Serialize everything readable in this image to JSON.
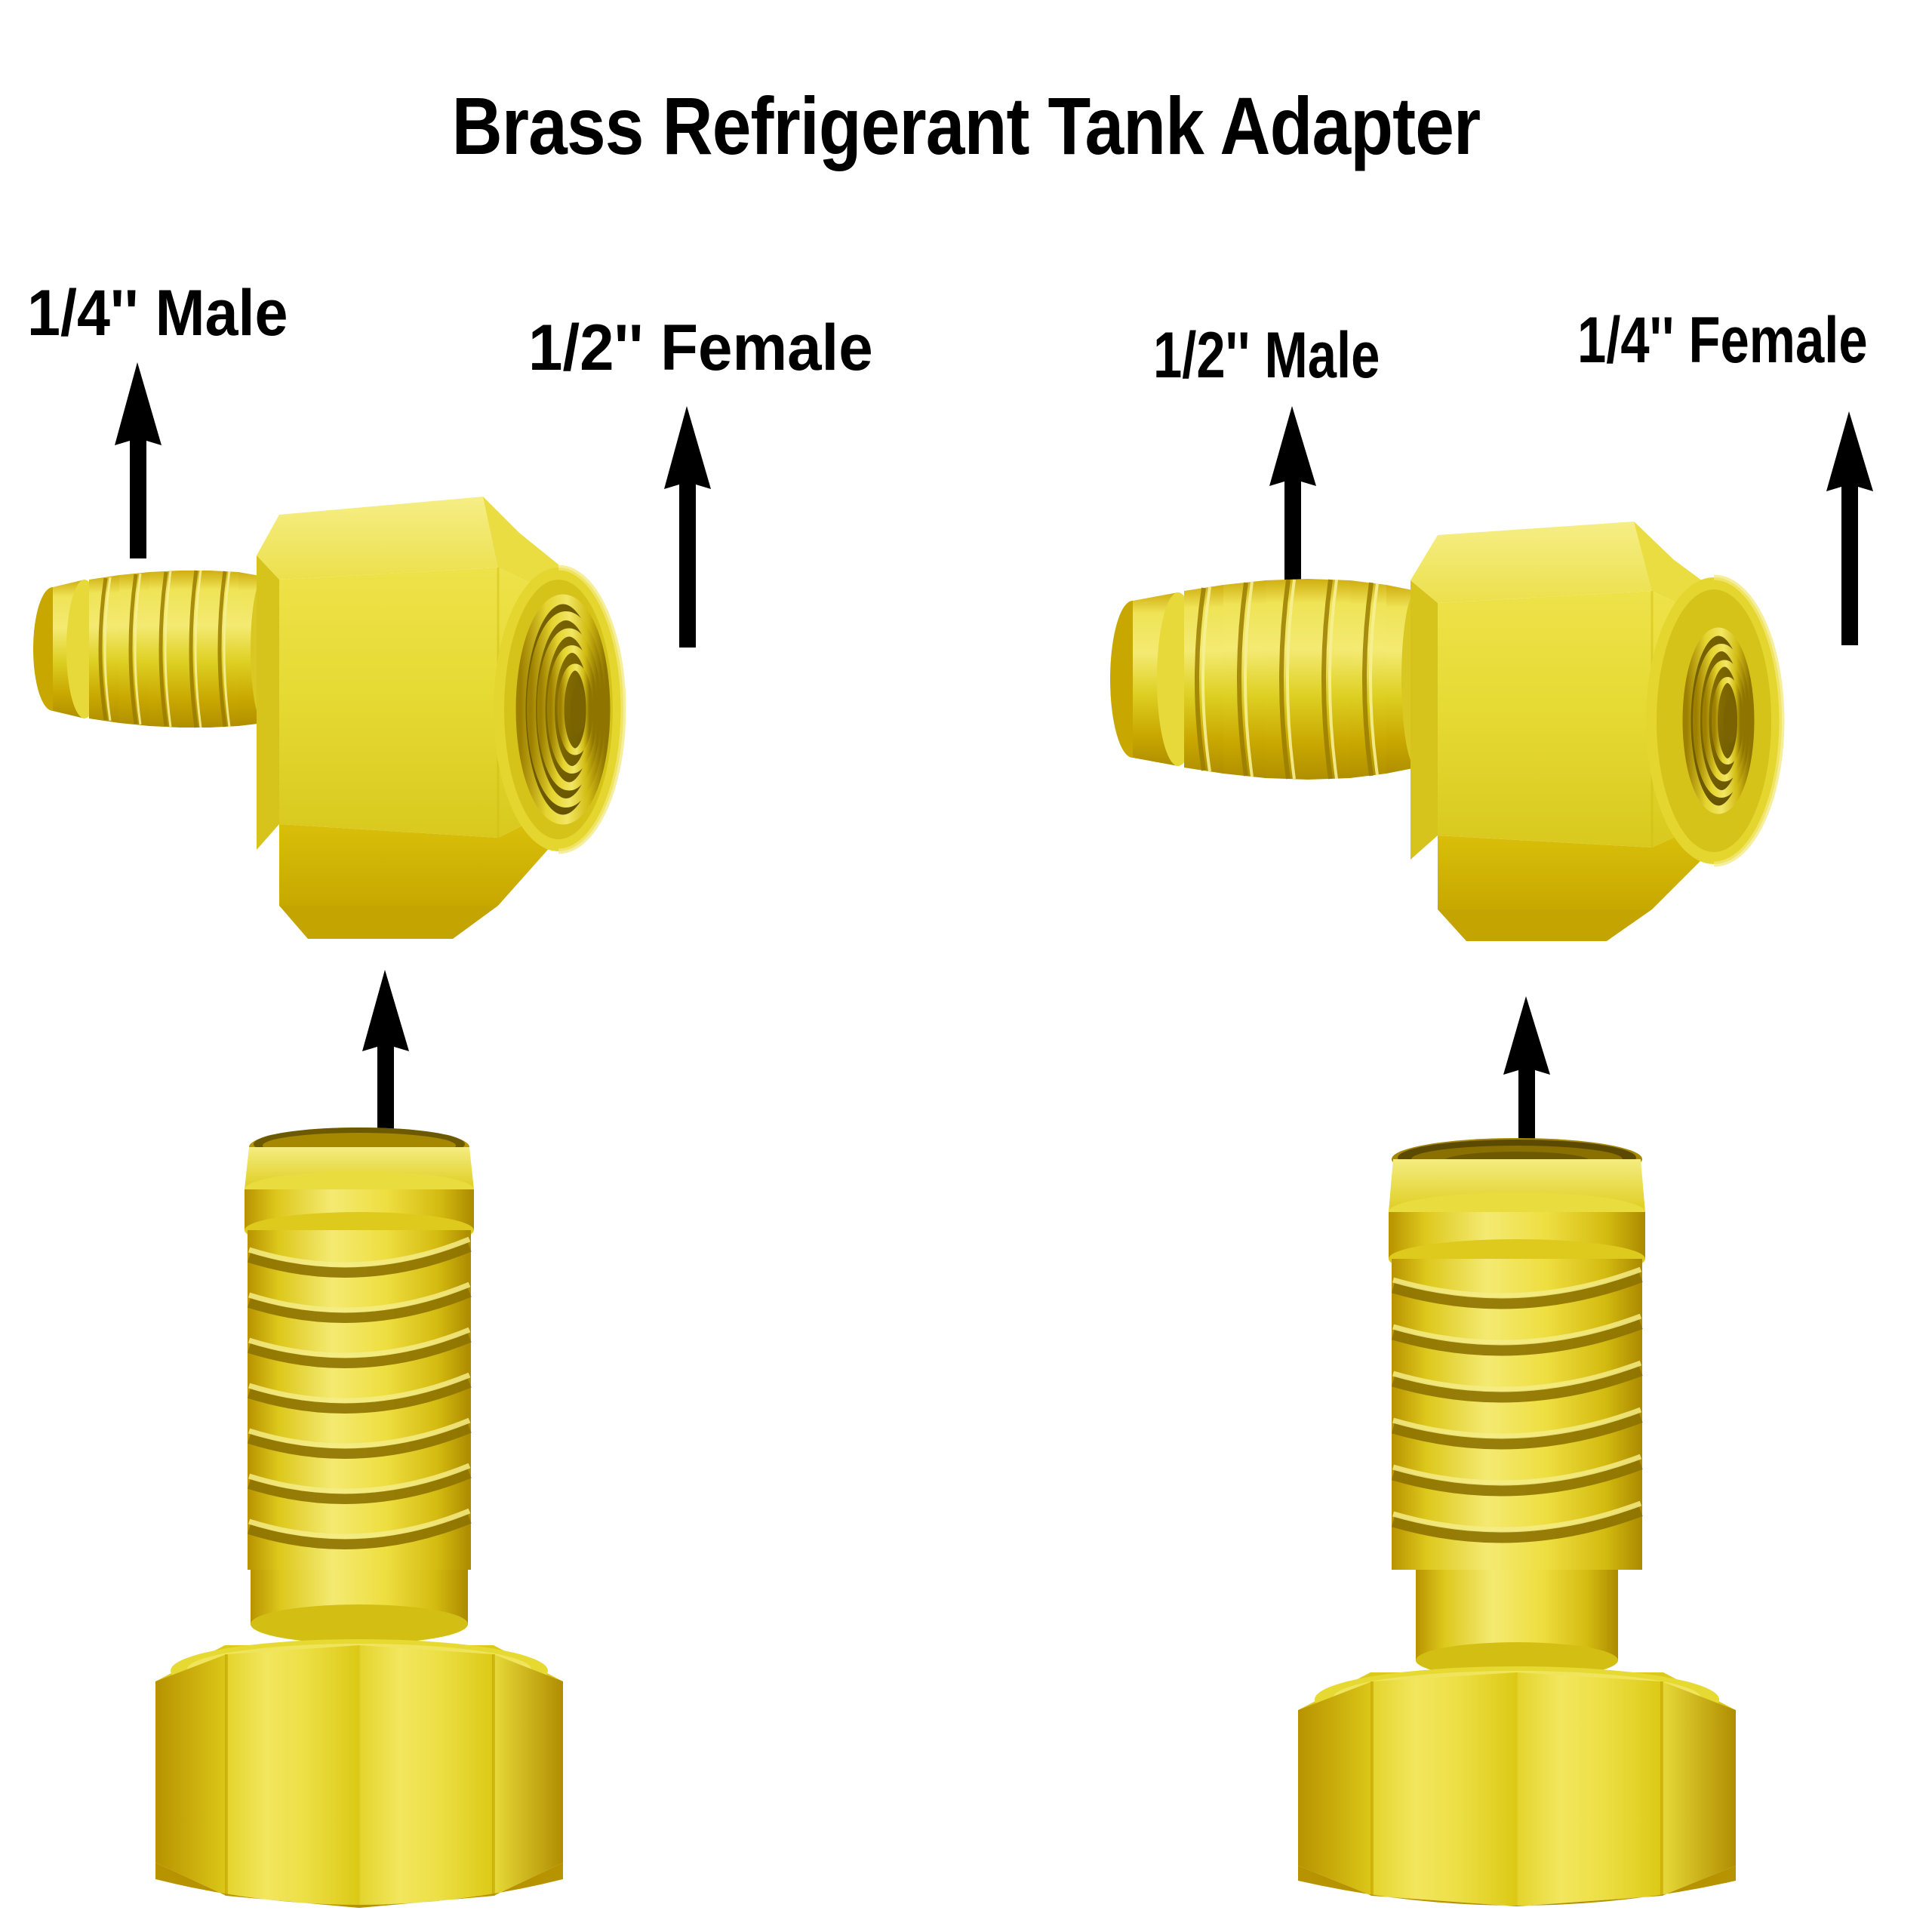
{
  "page": {
    "title": "Brass Refrigerant Tank Adapter",
    "background_color": "#ffffff",
    "text_color": "#000000"
  },
  "colors": {
    "brass_base": "#d8cc28",
    "brass_light": "#f2e65e",
    "brass_mid": "#e2d22e",
    "brass_dark": "#c9a800",
    "brass_deep": "#9a7c00",
    "thread_shadow": "#6d5a00",
    "bore_dark": "#5c4a00",
    "arrow_color": "#000000"
  },
  "callouts": [
    {
      "id": "quarter-male",
      "text": "1/4'' Male",
      "points_to": "left-assembly-male-flare"
    },
    {
      "id": "half-female",
      "text": "1/2'' Female",
      "points_to": "left-assembly-female-bore"
    },
    {
      "id": "half-male",
      "text": "1/2'' Male",
      "points_to": "right-assembly-male-flare"
    },
    {
      "id": "quarter-female",
      "text": "1/4'' Female",
      "points_to": "right-assembly-female-bore"
    }
  ],
  "products": [
    {
      "id": "left-horizontal-adapter",
      "orientation": "horizontal",
      "male_end": "1/4''",
      "female_end": "1/2''"
    },
    {
      "id": "right-horizontal-adapter",
      "orientation": "horizontal",
      "male_end": "1/2''",
      "female_end": "1/4''"
    },
    {
      "id": "left-vertical-adapter",
      "orientation": "vertical",
      "male_end": "1/4''",
      "female_end": "1/2''"
    },
    {
      "id": "right-vertical-adapter",
      "orientation": "vertical",
      "male_end": "1/2''",
      "female_end": "1/4''"
    }
  ]
}
